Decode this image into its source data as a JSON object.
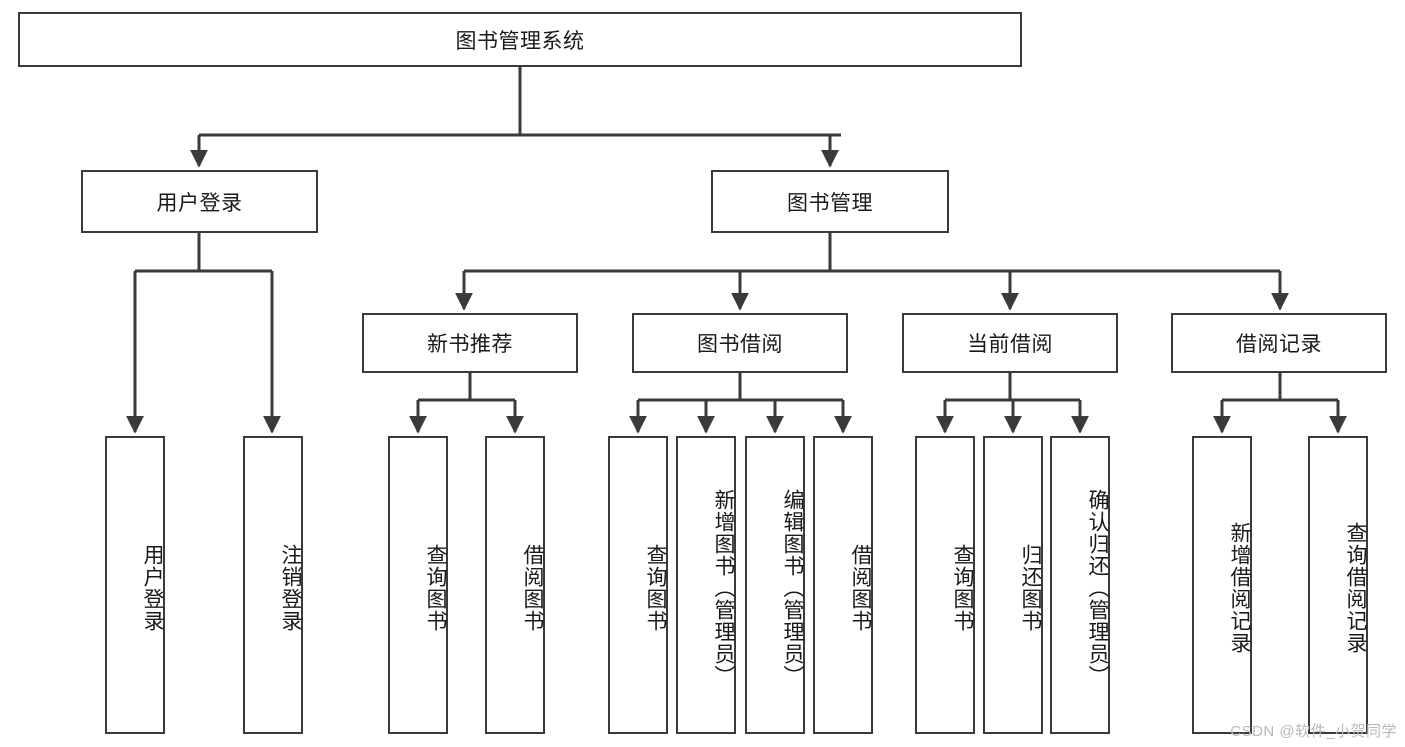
{
  "diagram": {
    "title": "图书管理系统",
    "type": "tree-hierarchy",
    "root": {
      "label": "图书管理系统"
    },
    "level2": [
      {
        "label": "用户登录"
      },
      {
        "label": "图书管理"
      }
    ],
    "level3": [
      {
        "label": "新书推荐"
      },
      {
        "label": "图书借阅"
      },
      {
        "label": "当前借阅"
      },
      {
        "label": "借阅记录"
      }
    ],
    "leaves_user_login": [
      {
        "label": "用户登录"
      },
      {
        "label": "注销登录"
      }
    ],
    "leaves_new_book": [
      {
        "label": "查询图书"
      },
      {
        "label": "借阅图书"
      }
    ],
    "leaves_borrow": [
      {
        "label": "查询图书"
      },
      {
        "label": "新增图书（管理员）"
      },
      {
        "label": "编辑图书（管理员）"
      },
      {
        "label": "借阅图书"
      }
    ],
    "leaves_current": [
      {
        "label": "查询图书"
      },
      {
        "label": "归还图书"
      },
      {
        "label": "确认归还（管理员）"
      }
    ],
    "leaves_records": [
      {
        "label": "新增借阅记录"
      },
      {
        "label": "查询借阅记录"
      }
    ]
  },
  "watermark": {
    "text": "CSDN @软件_小贺同学"
  },
  "colors": {
    "stroke": "#3a3a3a",
    "text": "#1a1a1a",
    "background": "#ffffff",
    "watermark": "#b9b9b9"
  }
}
